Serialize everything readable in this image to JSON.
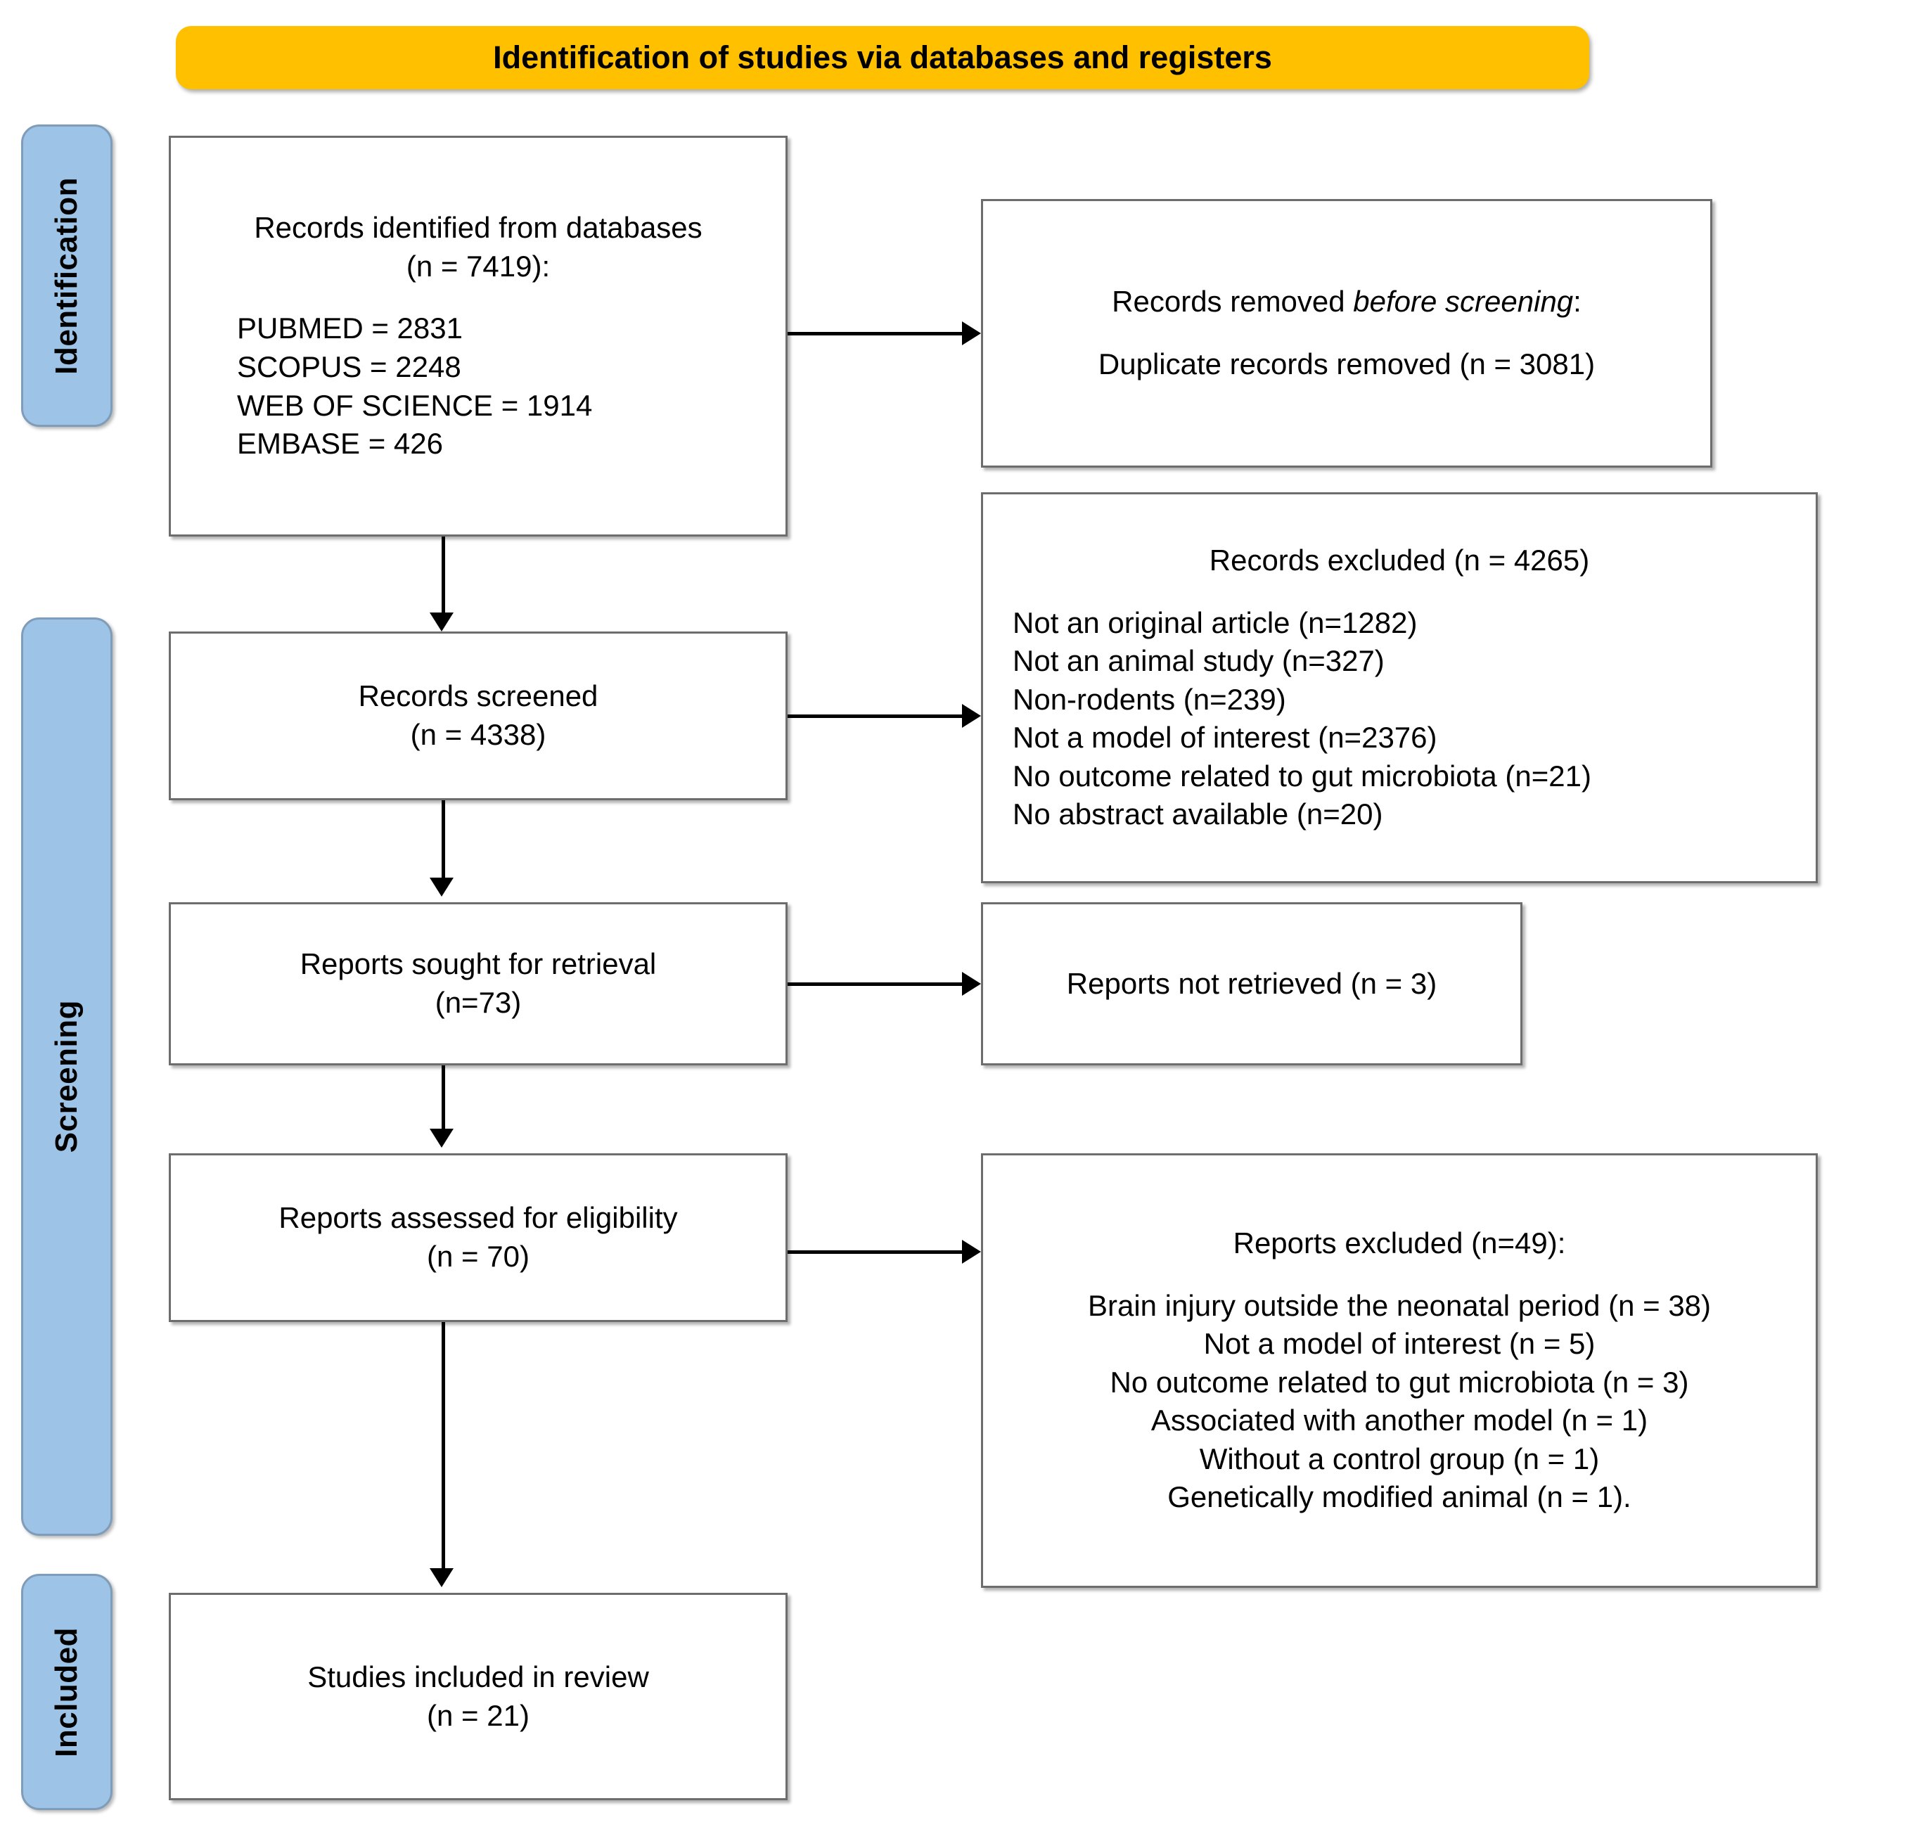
{
  "diagram": {
    "title": "Identification of studies via databases and registers",
    "type": "PRISMA flow diagram",
    "colors": {
      "banner": "#FFC000",
      "stage_bar": "#9DC3E6",
      "stage_bar_border": "#7F9DB9",
      "box_border": "#6D6D6D",
      "text": "#000000",
      "background": "#FFFFFF"
    }
  },
  "stages": {
    "identification": "Identification",
    "screening": "Screening",
    "included": "Included"
  },
  "boxes": {
    "records_identified": {
      "heading_line1": "Records identified from databases",
      "heading_line2": "(n = 7419):",
      "sources": [
        "PUBMED = 2831",
        "SCOPUS = 2248",
        "WEB OF SCIENCE = 1914",
        "EMBASE = 426"
      ]
    },
    "records_removed": {
      "line1_prefix": "Records removed ",
      "line1_italic": "before screening",
      "line1_suffix": ":",
      "line2": "Duplicate records removed (n = 3081)"
    },
    "records_screened": {
      "line1": "Records screened",
      "line2": "(n = 4338)"
    },
    "records_excluded": {
      "heading": "Records excluded (n = 4265)",
      "reasons": [
        "Not an original article (n=1282)",
        "Not an animal study (n=327)",
        "Non-rodents (n=239)",
        "Not a model of interest (n=2376)",
        "No outcome related to gut microbiota (n=21)",
        "No abstract available (n=20)"
      ]
    },
    "reports_sought": {
      "line1": "Reports sought for retrieval",
      "line2": "(n=73)"
    },
    "reports_not_retrieved": {
      "line1": "Reports not retrieved (n = 3)"
    },
    "reports_assessed": {
      "line1": "Reports assessed for eligibility",
      "line2": "(n = 70)"
    },
    "reports_excluded": {
      "heading": "Reports excluded (n=49):",
      "reasons": [
        "Brain injury outside the neonatal period (n = 38)",
        "Not a model of interest (n = 5)",
        "No outcome related to gut microbiota (n = 3)",
        "Associated with another model (n = 1)",
        "Without a control group (n = 1)",
        "Genetically modified animal (n = 1)."
      ]
    },
    "studies_included": {
      "line1": "Studies included in review",
      "line2": "(n = 21)"
    }
  }
}
